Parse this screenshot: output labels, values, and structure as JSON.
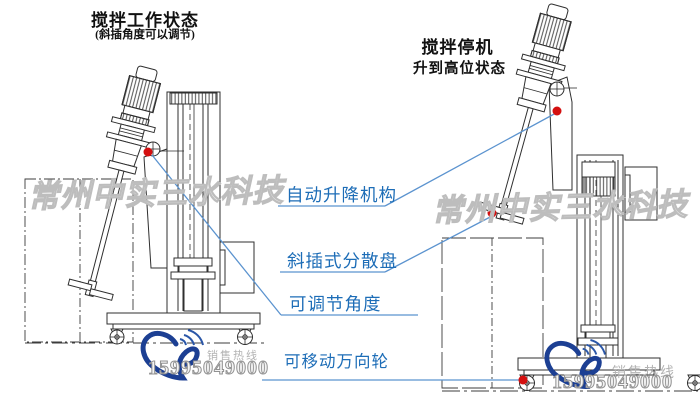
{
  "left_view": {
    "title": "搅拌工作状态",
    "subtitle": "(斜插角度可以调节)"
  },
  "right_view": {
    "title_line1": "搅拌停机",
    "title_line2": "升到高位状态"
  },
  "callouts": [
    {
      "text": "自动升降机构"
    },
    {
      "text": "斜插式分散盘"
    },
    {
      "text": "可调节角度"
    },
    {
      "text": "可移动万向轮"
    }
  ],
  "watermark": {
    "text": "常州中实三水科技"
  },
  "hotline": {
    "label": "销售热线",
    "phone": "15995049000",
    "icon": "heart-swoosh-logo"
  },
  "colors": {
    "callout_blue": "#1d6db7",
    "leader_blue": "#5b93cf",
    "marker_red": "#d40f0f",
    "heart_blue": "#1c3f93",
    "drawing_line": "#2f2f2f",
    "watermark_gray": "#bdbdbd"
  }
}
